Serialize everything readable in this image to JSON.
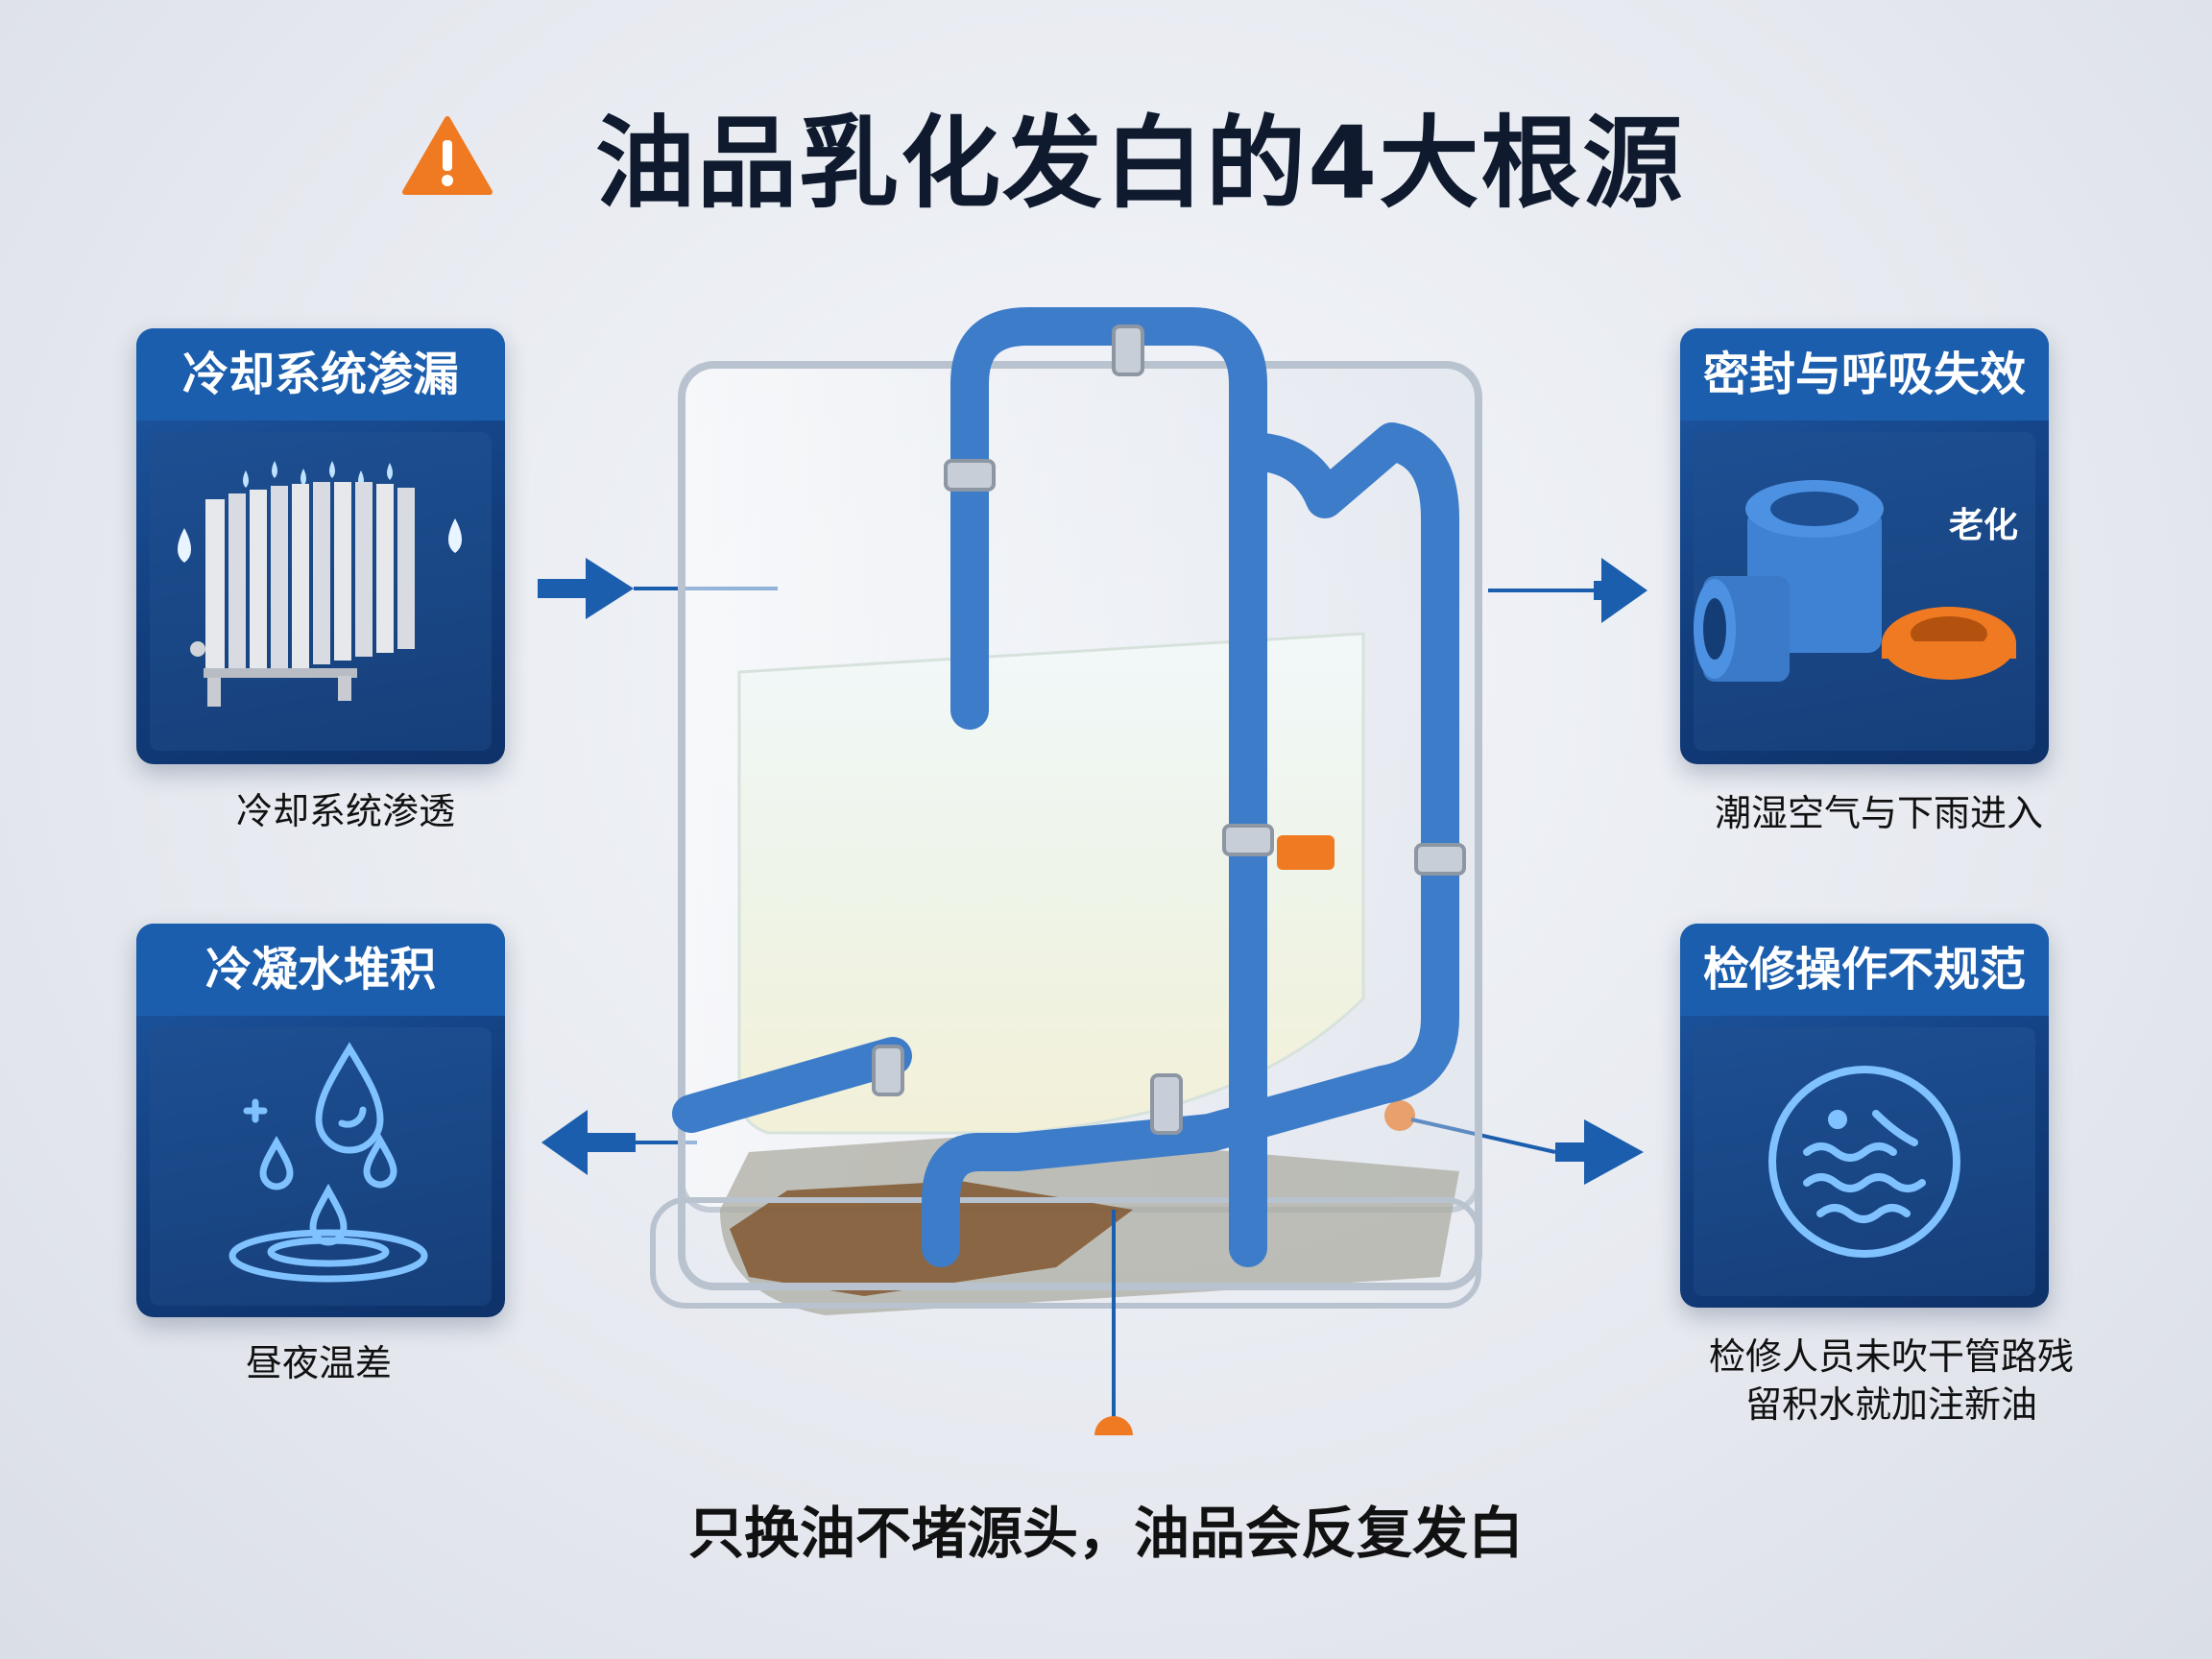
{
  "title": "油品乳化发白的4大根源",
  "warning_icon": "warning-triangle-icon",
  "colors": {
    "card_dark": "#123e7e",
    "card_head": "#1b5eae",
    "accent_orange": "#f07a22",
    "pipe_blue": "#3d7cc9"
  },
  "cards": [
    {
      "heading": "冷却系统渗漏",
      "icon": "radiator-icon",
      "caption": "冷却系统渗透"
    },
    {
      "heading": "冷凝水堆积",
      "icon": "water-drops-icon",
      "caption": "昼夜温差"
    },
    {
      "heading": "密封与呼吸失效",
      "icon": "pipe-fittings-icon",
      "badge": "老化",
      "caption": "潮湿空气与下雨进入"
    },
    {
      "heading": "检修操作不规范",
      "icon": "water-circle-icon",
      "caption_line1": "检修人员未吹干管路残",
      "caption_line2": "留积水就加注新油"
    }
  ],
  "center_icon": "oil-tank-icon",
  "footer": "只换油不堵源头，油品会反复发白"
}
